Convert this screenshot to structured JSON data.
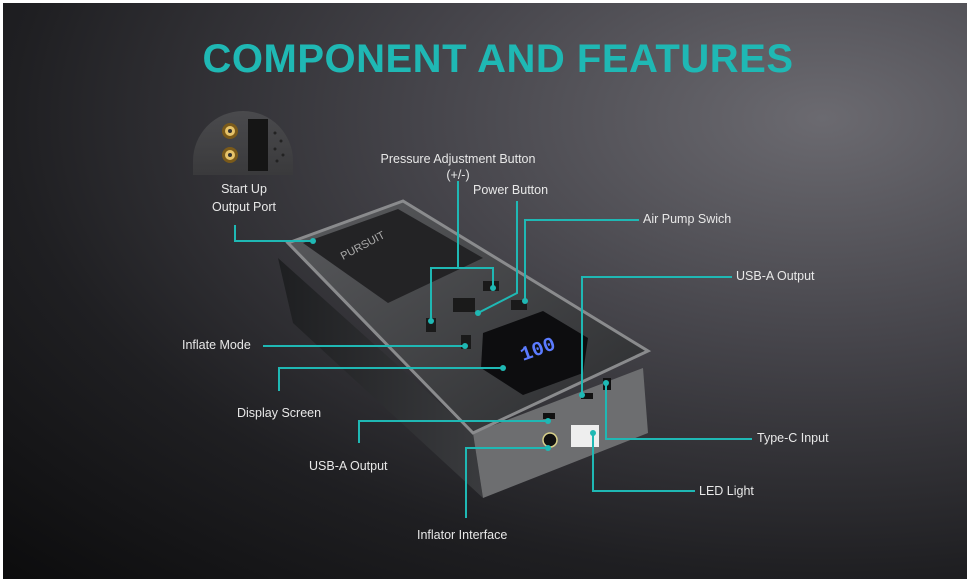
{
  "title": "COMPONENT AND FEATURES",
  "brand": "PURSUIT",
  "display_reading": "100",
  "accent_color": "#1fb8b4",
  "callouts": [
    {
      "id": "start-up-output-port",
      "label_lines": [
        "Start Up",
        "Output Port"
      ]
    },
    {
      "id": "pressure-adjustment-button",
      "label_lines": [
        "Pressure Adjustment Button",
        "(+/-)"
      ]
    },
    {
      "id": "power-button",
      "label_lines": [
        "Power Button"
      ]
    },
    {
      "id": "air-pump-switch",
      "label_lines": [
        "Air Pump Swich"
      ]
    },
    {
      "id": "usb-a-output-top",
      "label_lines": [
        "USB-A Output"
      ]
    },
    {
      "id": "inflate-mode",
      "label_lines": [
        "Inflate Mode"
      ]
    },
    {
      "id": "display-screen",
      "label_lines": [
        "Display Screen"
      ]
    },
    {
      "id": "usb-a-output-bottom",
      "label_lines": [
        "USB-A Output"
      ]
    },
    {
      "id": "type-c-input",
      "label_lines": [
        "Type-C Input"
      ]
    },
    {
      "id": "led-light",
      "label_lines": [
        "LED Light"
      ]
    },
    {
      "id": "inflator-interface",
      "label_lines": [
        "Inflator Interface"
      ]
    }
  ]
}
